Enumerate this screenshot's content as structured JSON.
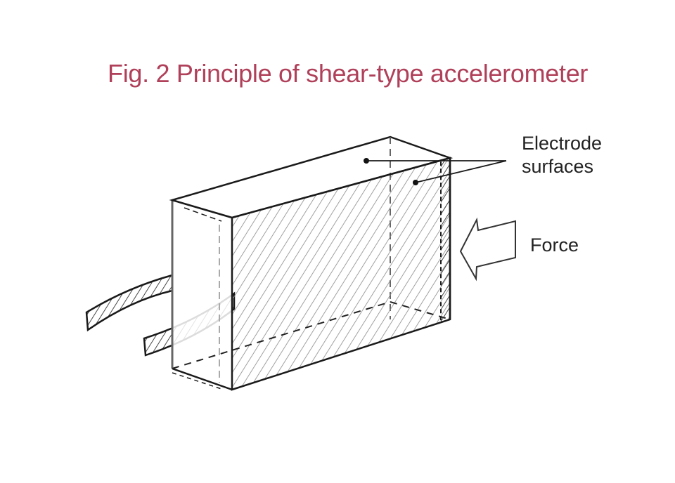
{
  "figure": {
    "title": "Fig. 2  Principle of shear-type accelerometer",
    "title_color": "#b0405a",
    "labels": {
      "electrode_line1": "Electrode",
      "electrode_line2": "surfaces",
      "force": "Force"
    },
    "components": [
      "piezoelectric-block",
      "electrode-surfaces",
      "lead-wires",
      "force-arrow"
    ],
    "ink_color": "#1a1a1a"
  }
}
